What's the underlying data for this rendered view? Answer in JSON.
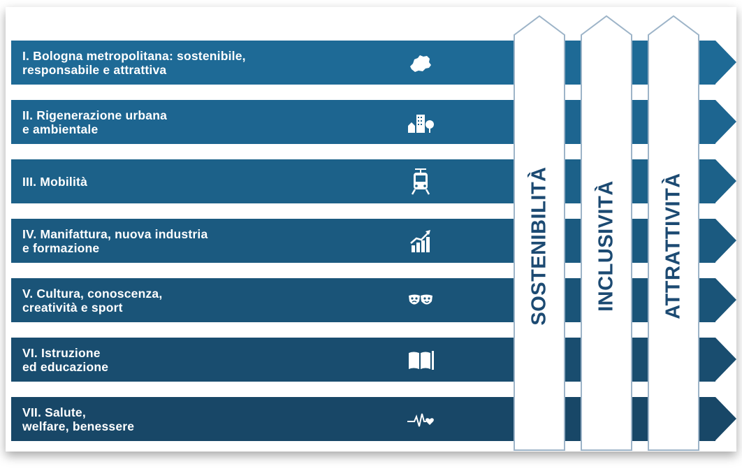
{
  "rows": [
    {
      "line1": "I. Bologna metropolitana: sostenibile,",
      "line2": "responsabile e attrattiva",
      "icon": "map-region-icon",
      "color": "#1e6a96"
    },
    {
      "line1": "II. Rigenerazione urbana",
      "line2": "e ambientale",
      "icon": "city-tree-icon",
      "color": "#1d6590"
    },
    {
      "line1": "III. Mobilità",
      "line2": "",
      "icon": "tram-icon",
      "color": "#1c6189"
    },
    {
      "line1": "IV. Manifattura, nuova industria",
      "line2": "e formazione",
      "icon": "growth-chart-icon",
      "color": "#1b5a80"
    },
    {
      "line1": "V. Cultura, conoscenza,",
      "line2": "creatività e sport",
      "icon": "theater-masks-icon",
      "color": "#1a5478"
    },
    {
      "line1": "VI. Istruzione",
      "line2": "ed educazione",
      "icon": "open-book-icon",
      "color": "#194d6f"
    },
    {
      "line1": "VII. Salute,",
      "line2": "welfare, benessere",
      "icon": "heartbeat-icon",
      "color": "#184767"
    }
  ],
  "pillars": [
    {
      "label": "SOSTENIBILITÀ"
    },
    {
      "label": "INCLUSIVITÀ"
    },
    {
      "label": "ATTRATTIVITÀ"
    }
  ],
  "colors": {
    "pillar_text": "#1c4a72",
    "pillar_border": "#9db4c8"
  }
}
